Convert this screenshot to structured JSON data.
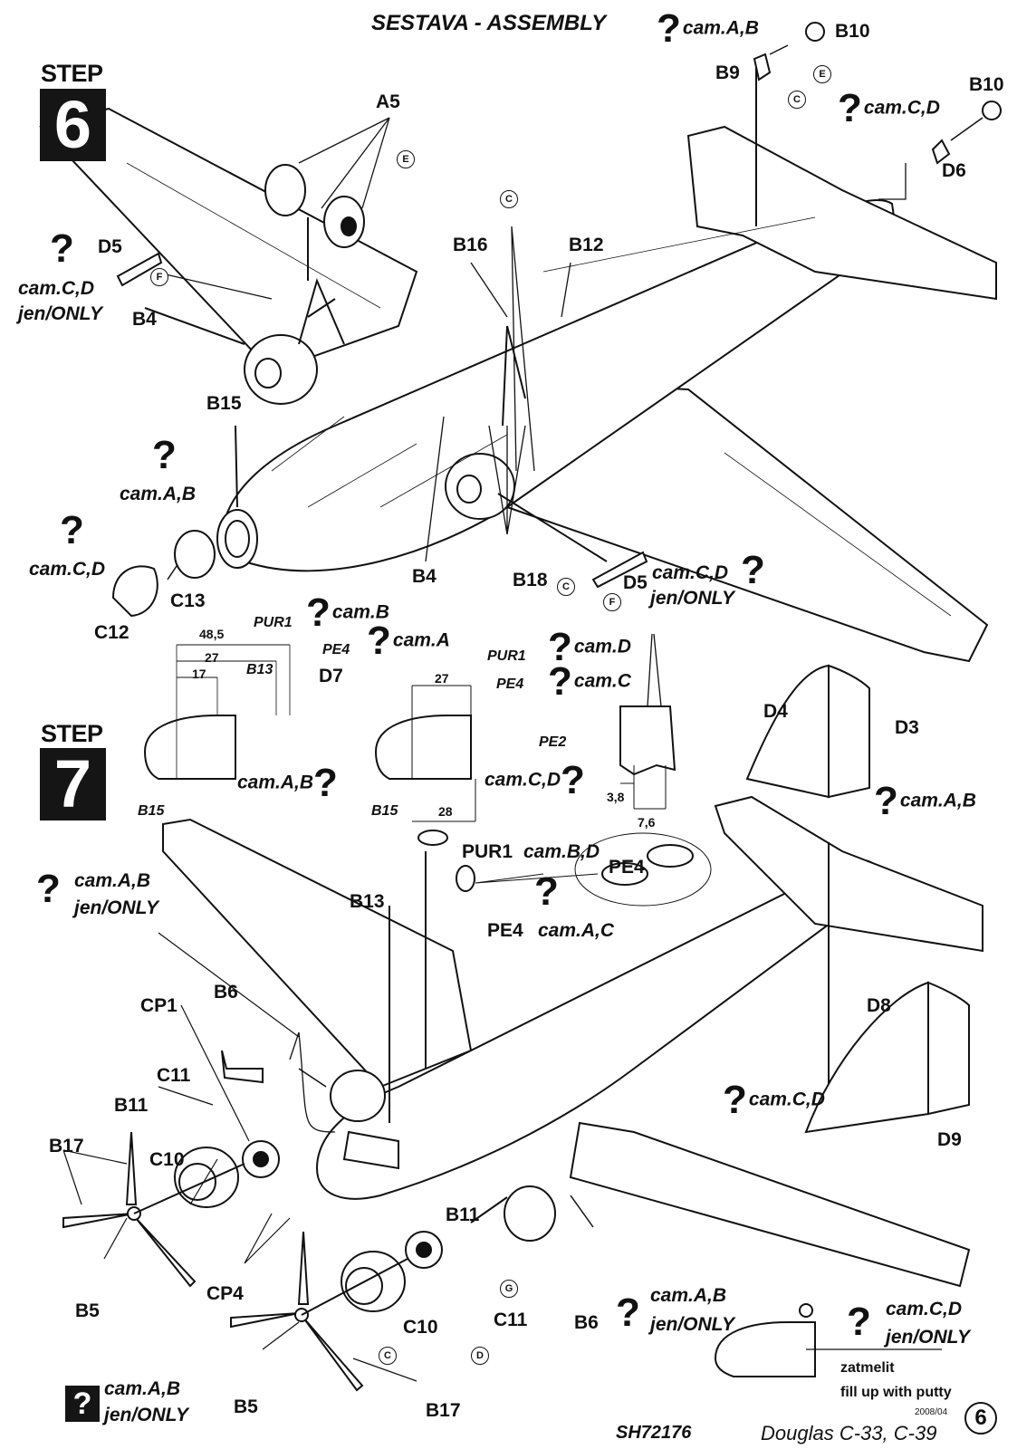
{
  "header": {
    "title": "SESTAVA -  ASSEMBLY",
    "title_cam": "cam.A,B"
  },
  "steps": [
    {
      "word": "STEP",
      "number": "6"
    },
    {
      "word": "STEP",
      "number": "7"
    }
  ],
  "parts": {
    "A5": "A5",
    "B4": "B4",
    "B4b": "B4",
    "B5": "B5",
    "B5b": "B5",
    "B6": "B6",
    "B6b": "B6",
    "B9": "B9",
    "B10": "B10",
    "B10b": "B10",
    "B11": "B11",
    "B11b": "B11",
    "B12": "B12",
    "B13": "B13",
    "B13b": "B13",
    "B15": "B15",
    "B15b": "B15",
    "B15c": "B15",
    "B16": "B16",
    "B17": "B17",
    "B17b": "B17",
    "B18": "B18",
    "C10": "C10",
    "C10b": "C10",
    "C11": "C11",
    "C11b": "C11",
    "C12": "C12",
    "C13": "C13",
    "CP1": "CP1",
    "CP4": "CP4",
    "D3": "D3",
    "D4": "D4",
    "D5": "D5",
    "D5b": "D5",
    "D6": "D6",
    "D7": "D7",
    "D8": "D8",
    "D9": "D9",
    "PE2": "PE2",
    "PE4a": "PE4",
    "PE4b": "PE4",
    "PE4c": "PE4",
    "PE4d": "PE4",
    "PUR1a": "PUR1",
    "PUR1b": "PUR1",
    "PUR1c": "PUR1"
  },
  "cam_notes": {
    "n1": "cam.C,D",
    "n2": "cam.C,D",
    "n2b": "jen/ONLY",
    "n3": "cam.A,B",
    "n4": "cam.C,D",
    "n5": "cam.C,D",
    "n5b": "jen/ONLY",
    "n6": "cam.B",
    "n7": "cam.A",
    "n8": "cam.D",
    "n9": "cam.C",
    "n10": "cam.A,B",
    "n11": "cam.C,D",
    "n12": "cam.A,B",
    "n13": "cam.A,B",
    "n13b": "jen/ONLY",
    "n14": "cam.B,D",
    "n15": "cam.A,C",
    "n16": "cam.C,D",
    "n17": "cam.A,B",
    "n17b": "jen/ONLY",
    "n18": "cam.C,D",
    "n18b": "jen/ONLY",
    "n19": "cam.A,B",
    "n19b": "jen/ONLY"
  },
  "paint_codes": {
    "E1": "E",
    "E2": "E",
    "C1": "C",
    "C2": "C",
    "F1": "F",
    "C3": "C",
    "F2": "F",
    "G1": "G",
    "C4": "C",
    "D1": "D"
  },
  "dimensions": {
    "d1": "48,5",
    "d2": "27",
    "d3": "17",
    "d4": "27",
    "d5": "28",
    "d6": "3,8",
    "d7": "7,6"
  },
  "putty": {
    "cz": "zatmelit",
    "en": "fill up with putty"
  },
  "footer": {
    "code": "SH72176",
    "title": "Douglas C-33, C-39",
    "date": "2008/04",
    "page": "6"
  },
  "question_glyph": "?"
}
